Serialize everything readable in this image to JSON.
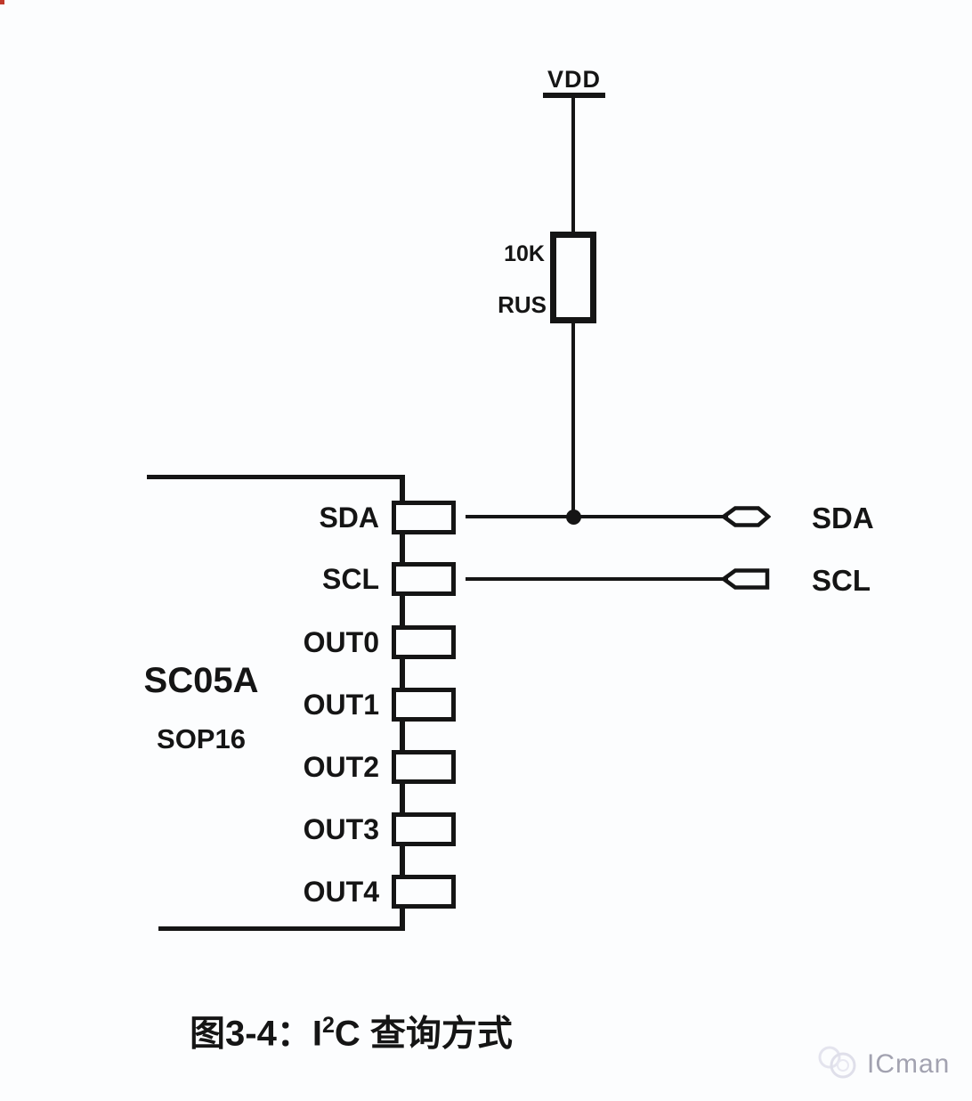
{
  "colors": {
    "line": "#151515",
    "background": "#fcfdfe",
    "watermark_text": "#a2a2b0",
    "corner_artifact": "#c0392b"
  },
  "power": {
    "label": "VDD"
  },
  "resistor": {
    "value": "10K",
    "ref": "RUS"
  },
  "chip": {
    "part_number": "SC05A",
    "package": "SOP16",
    "pins": [
      "SDA",
      "SCL",
      "OUT0",
      "OUT1",
      "OUT2",
      "OUT3",
      "OUT4"
    ]
  },
  "bus": {
    "sda": "SDA",
    "scl": "SCL"
  },
  "caption": {
    "figure_label": "图3-4：",
    "i_base": "I",
    "i_sup": "2",
    "i_rest": "C",
    "text": " 查询方式"
  },
  "watermark": {
    "brand": "ICman"
  }
}
